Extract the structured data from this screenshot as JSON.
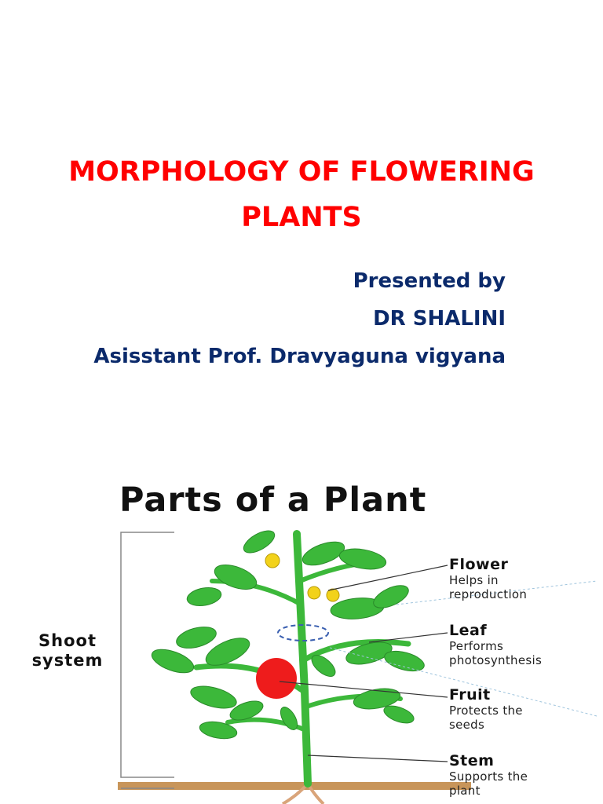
{
  "slide": {
    "title": "MORPHOLOGY OF FLOWERING PLANTS",
    "presenter": {
      "line1": "Presented by",
      "line2": "DR SHALINI",
      "line3": "Asisstant Prof. Dravyaguna vigyana"
    }
  },
  "diagram": {
    "title": "Parts of a Plant",
    "shoot_label": "Shoot\nsystem",
    "parts": [
      {
        "name": "Flower",
        "desc": "Helps in\nreproduction"
      },
      {
        "name": "Leaf",
        "desc": "Performs\nphotosynthesis"
      },
      {
        "name": "Fruit",
        "desc": "Protects the\nseeds"
      },
      {
        "name": "Stem",
        "desc": "Supports the\nplant"
      }
    ]
  },
  "colors": {
    "title": "#ff0000",
    "presenter": "#0b2a6b",
    "leaf": "#3cb83a",
    "fruit": "#ee1c1c",
    "flower": "#f2d21b",
    "soil": "#c8955a"
  }
}
